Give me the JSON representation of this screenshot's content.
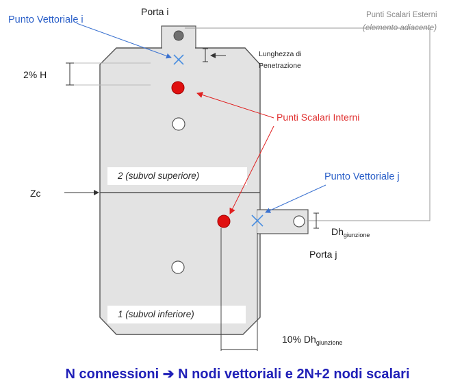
{
  "labels": {
    "porta_i": "Porta i",
    "punto_vettoriale_i": "Punto Vettoriale  i",
    "punti_scalari_esterni": "Punti Scalari Esterni",
    "elemento_adiacente": "(elemento adiacente)",
    "lunghezza_line1": "Lunghezza di",
    "lunghezza_line2": "Penetrazione",
    "two_percent_h": "2% H",
    "punti_scalari_interni": "Punti Scalari Interni",
    "subvol_superiore": "2 (subvol superiore)",
    "punto_vettoriale_j": "Punto Vettoriale  j",
    "zc": "Zc",
    "dh_main": "Dh",
    "dh_sub": "giunzione",
    "porta_j": "Porta j",
    "subvol_inferiore": "1 (subvol inferiore)",
    "ten_percent_main": "10% Dh",
    "ten_percent_sub": "giunzione"
  },
  "footer": {
    "part1": "N connessioni",
    "arrow": "➔",
    "part2": "N nodi vettoriali e 2N+2 nodi scalari"
  },
  "colors": {
    "vector_point": "#4a8ee0",
    "internal_scalar": "#e01010",
    "external_scalar": "#707070",
    "blue_text": "#2a5fc8",
    "red_text": "#e03030",
    "footer_text": "#2020b8"
  }
}
